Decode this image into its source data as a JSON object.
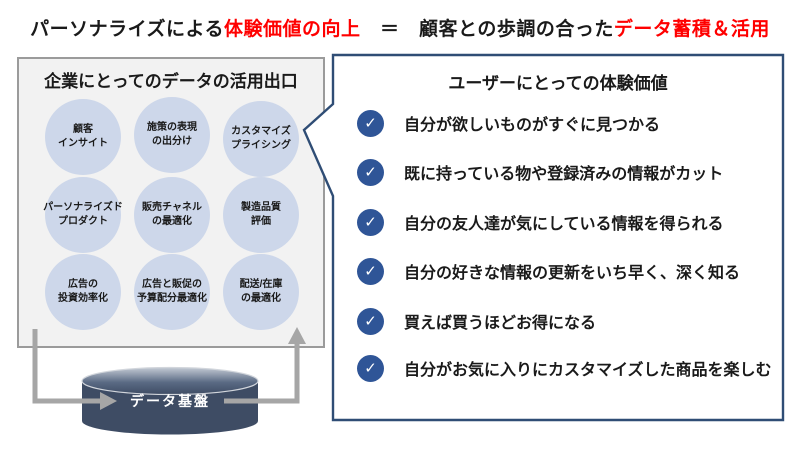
{
  "header": {
    "segments": [
      {
        "text": "パーソナライズによる",
        "emphasis": false
      },
      {
        "text": "体験価値の向上",
        "emphasis": true
      },
      {
        "text": "　＝　",
        "emphasis": false
      },
      {
        "text": "顧客との歩調の合った",
        "emphasis": false
      },
      {
        "text": "データ蓄積＆活用",
        "emphasis": true
      }
    ]
  },
  "left_panel": {
    "title": "企業にとってのデータの活用出口",
    "circles": [
      {
        "line1": "顧客",
        "line2": "インサイト"
      },
      {
        "line1": "施策の表現",
        "line2": "の出分け"
      },
      {
        "line1": "カスタマイズ",
        "line2": "プライシング"
      },
      {
        "line1": "パーソナライズド",
        "line2": "プロダクト"
      },
      {
        "line1": "販売チャネル",
        "line2": "の最適化"
      },
      {
        "line1": "製造品質",
        "line2": "評価"
      },
      {
        "line1": "広告の",
        "line2": "投資効率化"
      },
      {
        "line1": "広告と販促の",
        "line2": "予算配分最適化"
      },
      {
        "line1": "配送/在庫",
        "line2": "の最適化"
      }
    ]
  },
  "right_panel": {
    "title": "ユーザーにとっての体験価値",
    "check_icon": "✓",
    "items": [
      "自分が欲しいものがすぐに見つかる",
      "既に持っている物や登録済みの情報がカット",
      "自分の友人達が気にしている情報を得られる",
      "自分の好きな情報の更新をいち早く、深く知る",
      "買えば買うほどお得になる",
      "自分がお気に入りにカスタマイズした商品を楽しむ"
    ]
  },
  "cylinder": {
    "label": "データ基盤"
  },
  "colors": {
    "red": "#ff0000",
    "panel-navy": "#2f4d75",
    "check-blue": "#2f5597",
    "circle-fill": "#cdd7ea",
    "circle-text": "#1a1a1a",
    "left-panel-bg": "#f2f2f2",
    "left-panel-border": "#9b9b9b",
    "cylinder-fill": "#3e4c64",
    "arrow-gray": "#a6a6a6"
  }
}
